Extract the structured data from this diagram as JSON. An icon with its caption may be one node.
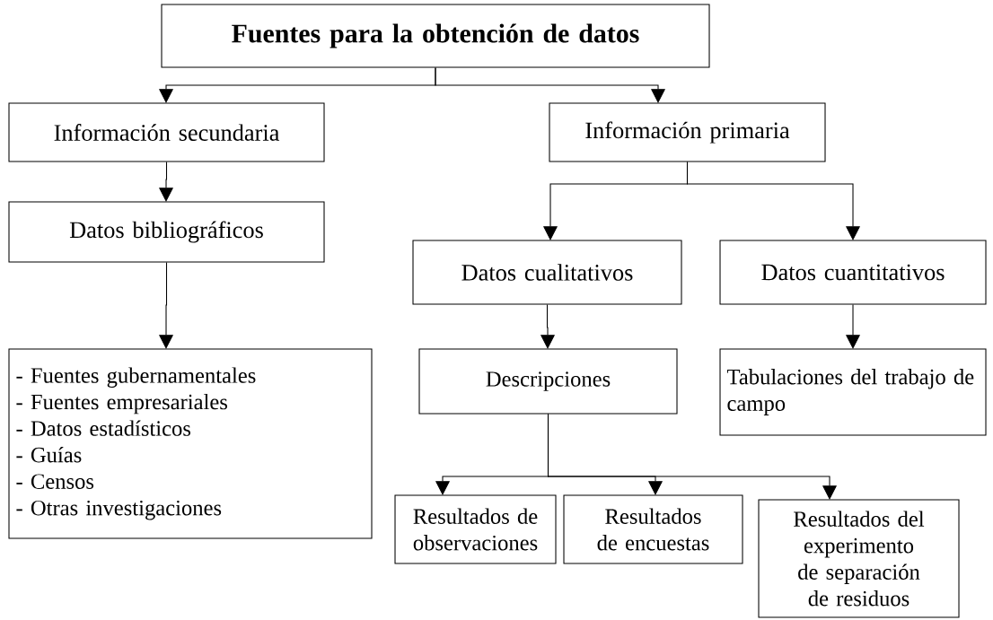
{
  "diagram": {
    "nodes": [
      {
        "text": [
          "Fuentes para la obtención de datos"
        ]
      },
      {
        "text": [
          "Información secundaria"
        ]
      },
      {
        "text": [
          "Información primaria"
        ]
      },
      {
        "text": [
          "Datos bibliográficos"
        ]
      },
      {
        "text": [
          "Datos cualitativos"
        ]
      },
      {
        "text": [
          "Datos cuantitativos"
        ]
      },
      {
        "text": [
          "- Fuentes gubernamentales",
          "- Fuentes empresariales",
          "- Datos estadísticos",
          "- Guías",
          "- Censos",
          "- Otras investigaciones"
        ]
      },
      {
        "text": [
          "Descripciones"
        ]
      },
      {
        "text": [
          "Tabulaciones del trabajo de campo"
        ]
      },
      {
        "text": [
          "Resultados de observaciones"
        ]
      },
      {
        "text": [
          "Resultados de encuestas"
        ]
      },
      {
        "text": [
          "Resultados del experimento de separación de residuos"
        ]
      }
    ],
    "edges": [
      {
        "from": 0,
        "to": 1,
        "arrow": "to"
      },
      {
        "from": 0,
        "to": 2,
        "arrow": "to"
      },
      {
        "from": 1,
        "to": 3,
        "arrow": "to"
      },
      {
        "from": 3,
        "to": 6,
        "arrow": "to"
      },
      {
        "from": 2,
        "to": 4,
        "arrow": "to"
      },
      {
        "from": 2,
        "to": 5,
        "arrow": "to"
      },
      {
        "from": 4,
        "to": 7,
        "arrow": "to"
      },
      {
        "from": 5,
        "to": 8,
        "arrow": "to"
      },
      {
        "from": 7,
        "to": 9,
        "arrow": "to"
      },
      {
        "from": 7,
        "to": 10,
        "arrow": "to"
      },
      {
        "from": 7,
        "to": 11,
        "arrow": "to"
      }
    ]
  }
}
